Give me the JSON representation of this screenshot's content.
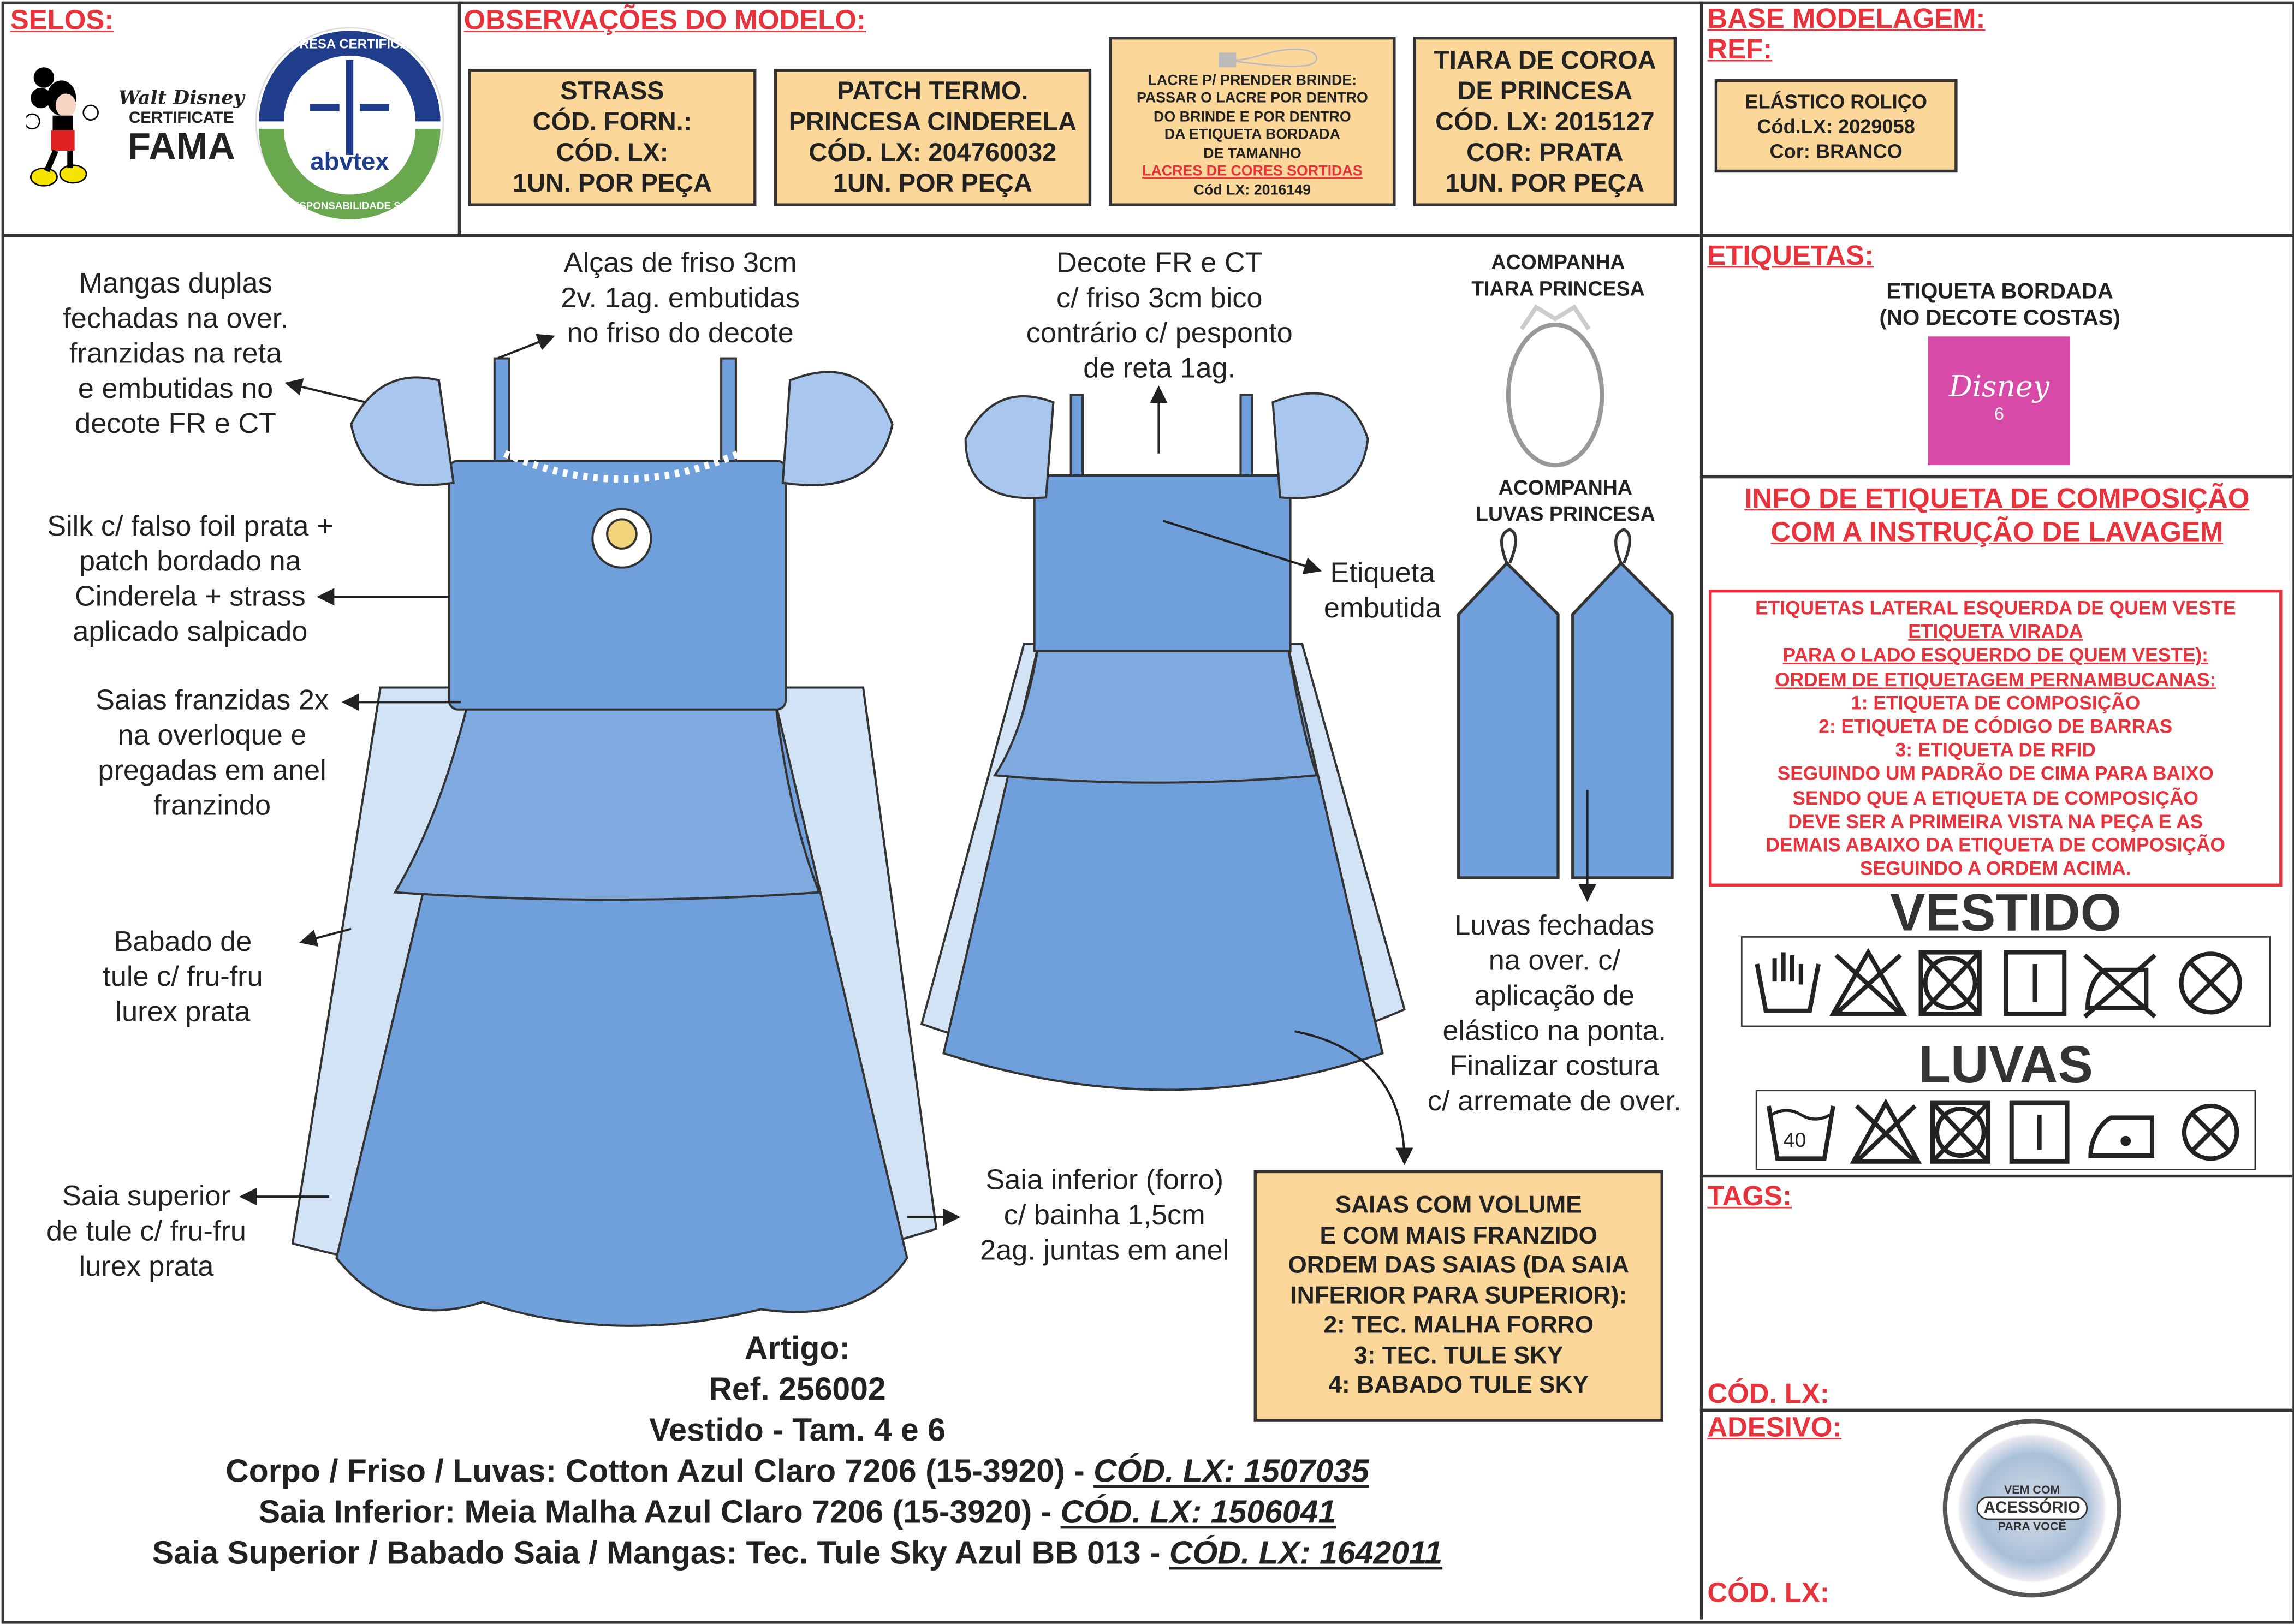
{
  "seals": {
    "title": "SELOS:",
    "disney_logo": "Walt Disney",
    "certificate": "CERTIFICATE",
    "fama": "FAMA",
    "abvtex_top": "EMPRESA CERTIFICADA",
    "abvtex_name": "abvtex",
    "abvtex_bottom": "EM RESPONSABILIDADE SOCIAL"
  },
  "observations": {
    "title": "OBSERVAÇÕES DO MODELO:",
    "boxes": [
      {
        "lines": [
          "STRASS",
          "CÓD. FORN.:",
          "CÓD. LX:",
          "1UN. POR PEÇA"
        ]
      },
      {
        "lines": [
          "PATCH TERMO.",
          "PRINCESA CINDERELA",
          "CÓD. LX: 204760032",
          "1UN. POR PEÇA"
        ]
      },
      {
        "lines": [
          "LACRE P/ PRENDER BRINDE:",
          "PASSAR O LACRE POR DENTRO",
          "DO BRINDE E POR DENTRO",
          "DA ETIQUETA BORDADA",
          "DE TAMANHO"
        ],
        "red": "LACRES DE CORES SORTIDAS",
        "code": "Cód LX: 2016149"
      },
      {
        "lines": [
          "TIARA DE COROA",
          "DE PRINCESA",
          "CÓD. LX: 2015127",
          "COR: PRATA",
          "1UN. POR PEÇA"
        ]
      }
    ]
  },
  "base": {
    "title": "BASE MODELAGEM:",
    "ref": "REF:",
    "box": [
      "ELÁSTICO ROLIÇO",
      "Cód.LX: 2029058",
      "Cor: BRANCO"
    ]
  },
  "labels": {
    "title": "ETIQUETAS:",
    "line1": "ETIQUETA BORDADA",
    "line2": "(NO DECOTE COSTAS)",
    "brand": "Disney",
    "size": "6"
  },
  "composition": {
    "title1": "INFO DE ETIQUETA DE COMPOSIÇÃO",
    "title2": "COM A INSTRUÇÃO DE LAVAGEM",
    "notes": [
      "ETIQUETAS LATERAL ESQUERDA DE QUEM VESTE",
      "ETIQUETA VIRADA",
      "PARA O LADO ESQUERDO DE QUEM VESTE):",
      "ORDEM DE ETIQUETAGEM PERNAMBUCANAS:",
      "1: ETIQUETA DE COMPOSIÇÃO",
      "2: ETIQUETA DE CÓDIGO DE BARRAS",
      "3: ETIQUETA DE RFID",
      "SEGUINDO UM PADRÃO DE CIMA PARA BAIXO",
      "SENDO QUE A ETIQUETA DE COMPOSIÇÃO",
      "DEVE SER A PRIMEIRA VISTA NA PEÇA E AS",
      "DEMAIS ABAIXO DA ETIQUETA DE COMPOSIÇÃO",
      "SEGUINDO A ORDEM ACIMA."
    ],
    "vestido": "VESTIDO",
    "luvas": "LUVAS",
    "wash_temp": "40"
  },
  "tags": {
    "title": "TAGS:",
    "code": "CÓD. LX:"
  },
  "sticker": {
    "title": "ADESIVO:",
    "code": "CÓD. LX:",
    "badge_top": "VEM COM",
    "badge_main": "ACESSÓRIO",
    "badge_bottom": "PARA VOCÊ"
  },
  "annotations": {
    "mangas": [
      "Mangas duplas",
      "fechadas na over.",
      "franzidas na reta",
      "e embutidas no",
      "decote FR e CT"
    ],
    "alcas": [
      "Alças de friso 3cm",
      "2v. 1ag. embutidas",
      "no friso do decote"
    ],
    "silk": [
      "Silk c/ falso foil prata +",
      "patch bordado na",
      "Cinderela + strass",
      "aplicado salpicado"
    ],
    "saias": [
      "Saias franzidas 2x",
      "na overloque e",
      "pregadas em anel",
      "franzindo"
    ],
    "babado": [
      "Babado de",
      "tule c/ fru-fru",
      "lurex prata"
    ],
    "saia_sup": [
      "Saia superior",
      "de tule c/ fru-fru",
      "lurex prata"
    ],
    "decote": [
      "Decote FR e CT",
      "c/ friso 3cm bico",
      "contrário c/ pesponto",
      "de reta 1ag."
    ],
    "etiqueta": [
      "Etiqueta",
      "embutida"
    ],
    "tiara": [
      "ACOMPANHA",
      "TIARA PRINCESA"
    ],
    "luvas_acc": [
      "ACOMPANHA",
      "LUVAS PRINCESA"
    ],
    "luvas": [
      "Luvas fechadas",
      "na over. c/",
      "aplicação de",
      "elástico na ponta.",
      "Finalizar costura",
      "c/ arremate de over."
    ],
    "saia_inf": [
      "Saia inferior (forro)",
      "c/ bainha 1,5cm",
      "2ag. juntas em anel"
    ]
  },
  "skirts_box": [
    "SAIAS COM VOLUME",
    "E COM MAIS FRANZIDO",
    "ORDEM DAS SAIAS (DA SAIA",
    "INFERIOR PARA SUPERIOR):",
    "2: TEC. MALHA FORRO",
    "3: TEC. TULE SKY",
    "4: BABADO TULE SKY"
  ],
  "article": {
    "l1": "Artigo:",
    "l2": "Ref. 256002",
    "l3": "Vestido - Tam. 4 e 6",
    "materials": [
      {
        "text": "Corpo / Friso / Luvas: Cotton Azul Claro 7206 (15-3920) - ",
        "code": "CÓD. LX: 1507035"
      },
      {
        "text": "Saia Inferior: Meia Malha Azul Claro 7206 (15-3920) - ",
        "code": "CÓD. LX: 1506041"
      },
      {
        "text": "Saia Superior / Babado Saia / Mangas: Tec. Tule Sky Azul BB 013 - ",
        "code": "CÓD. LX: 1642011"
      }
    ]
  },
  "colors": {
    "red": "#e8323c",
    "yellow": "#fbd89a",
    "blue": "#6fa0dc",
    "tulle": "#bcd4f0",
    "pink": "#d84aa8"
  }
}
